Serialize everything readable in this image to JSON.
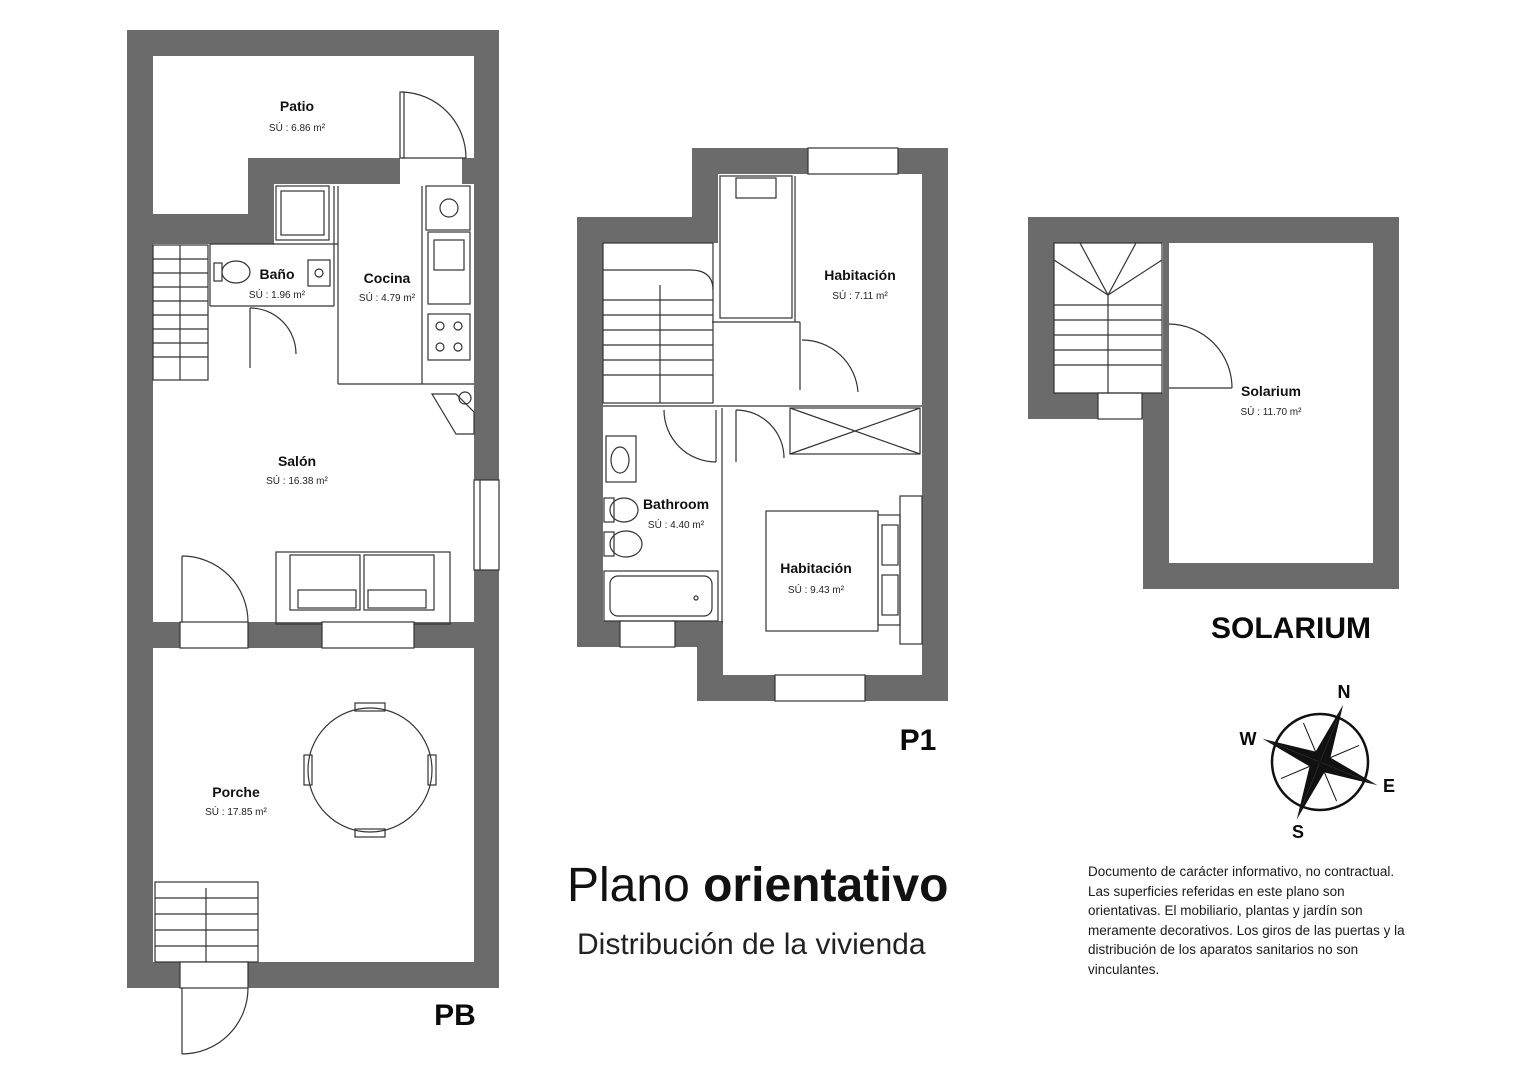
{
  "floors": {
    "pb": "PB",
    "p1": "P1",
    "solarium": "SOLARIUM"
  },
  "rooms": {
    "patio": {
      "name": "Patio",
      "area": "SÚ : 6.86 m²"
    },
    "bano": {
      "name": "Baño",
      "area": "SÚ : 1.96 m²"
    },
    "cocina": {
      "name": "Cocina",
      "area": "SÚ : 4.79 m²"
    },
    "salon": {
      "name": "Salón",
      "area": "SÚ : 16.38 m²"
    },
    "porche": {
      "name": "Porche",
      "area": "SÚ : 17.85 m²"
    },
    "habitacion1": {
      "name": "Habitación",
      "area": "SÚ : 7.11 m²"
    },
    "bathroom": {
      "name": "Bathroom",
      "area": "SÚ : 4.40 m²"
    },
    "habitacion2": {
      "name": "Habitación",
      "area": "SÚ : 9.43 m²"
    },
    "solarium": {
      "name": "Solarium",
      "area": "SÚ : 11.70 m²"
    }
  },
  "title": {
    "light": "Plano ",
    "bold": "orientativo",
    "subtitle": "Distribución de la vivienda"
  },
  "disclaimer": "Documento de carácter informativo, no contractual. Las superficies referidas en este plano son orientativas. El mobiliario, plantas y jardín son meramente decorativos. Los giros de las puertas y la distribución de los aparatos sanitarios no son vinculantes.",
  "compass": {
    "n": "N",
    "e": "E",
    "s": "S",
    "w": "W"
  },
  "colors": {
    "wall": "#6b6b6b",
    "line": "#333333"
  }
}
